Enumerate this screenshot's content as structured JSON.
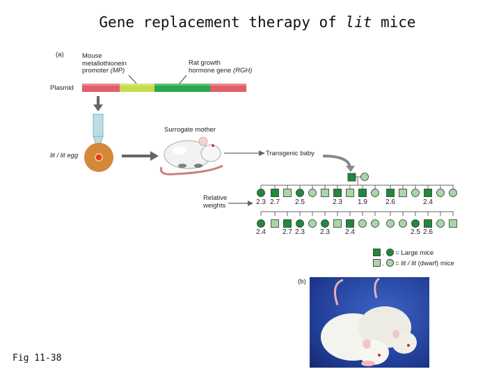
{
  "title": {
    "main": "Gene replacement therapy of ",
    "italic": "lit",
    "end": " mice"
  },
  "figure_label": "Fig 11-38",
  "panel_a": {
    "label": "(a)",
    "promoter": {
      "line1": "Mouse",
      "line2": "metallothionein",
      "line3_text": "promoter ",
      "line3_italic": "(MP)"
    },
    "gene": {
      "line1": "Rat growth",
      "line2_text": "hormone gene ",
      "line2_italic": "(RGH)"
    },
    "plasmid": "Plasmid",
    "egg": "lit / lit egg",
    "surrogate": "Surrogate mother",
    "transgenic": "Transgenic baby",
    "relative_weights": {
      "line1": "Relative",
      "line2": "weights"
    }
  },
  "pedigree": {
    "gen1_weights": [
      "2.3",
      "2.7",
      "2.5",
      "2.3",
      "1.9",
      "2.6",
      "2.4"
    ],
    "gen2_weights": [
      "2.4",
      "2.7",
      "2.3",
      "2.3",
      "2.4",
      "2.5",
      "2.6"
    ]
  },
  "legend": {
    "large": "= Large mice",
    "dwarf_text": "= ",
    "dwarf_italic": "lit / lit",
    "dwarf_end": " (dwarf) mice"
  },
  "panel_b": {
    "label": "(b)"
  },
  "colors": {
    "affected": "#1e8a3a",
    "unaffected": "#a9d6a9",
    "plasmid_red": "#e0606a",
    "plasmid_yellow": "#c8dc4a",
    "plasmid_green": "#2aa84e",
    "egg": "#d4883c"
  }
}
